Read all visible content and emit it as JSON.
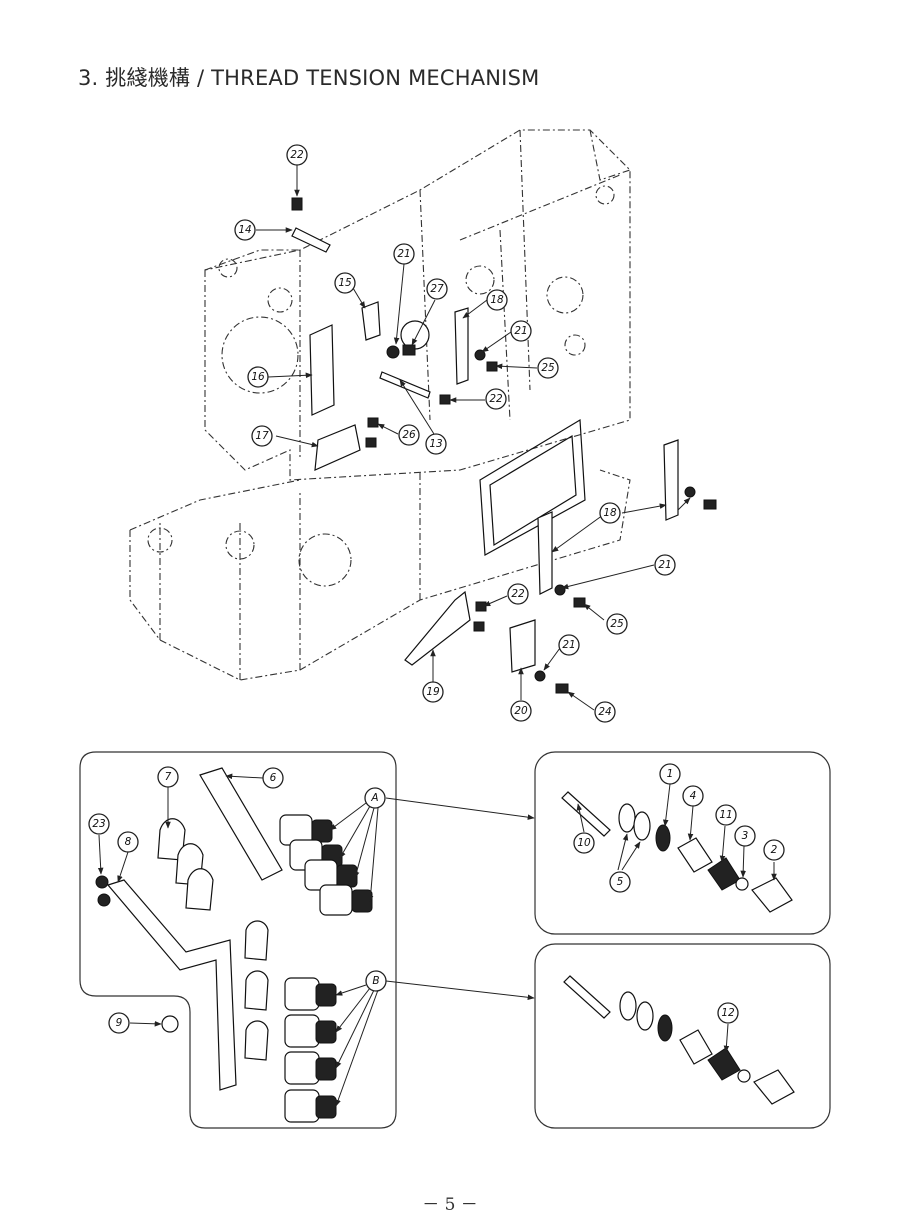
{
  "title": "3. 挑綫機構 / THREAD TENSION MECHANISM",
  "page_number": "－ 5 －",
  "callouts": {
    "c1": "1",
    "c2": "2",
    "c3": "3",
    "c4": "4",
    "c5": "5",
    "c6": "6",
    "c7": "7",
    "c8": "8",
    "c9": "9",
    "c10": "10",
    "c11": "11",
    "c12": "12",
    "c13": "13",
    "c14": "14",
    "c15": "15",
    "c16": "16",
    "c17": "17",
    "c18": "18",
    "c19": "19",
    "c20": "20",
    "c21": "21",
    "c22": "22",
    "c23": "23",
    "c24": "24",
    "c25": "25",
    "c26": "26",
    "c27": "27",
    "cA": "A",
    "cB": "B"
  }
}
